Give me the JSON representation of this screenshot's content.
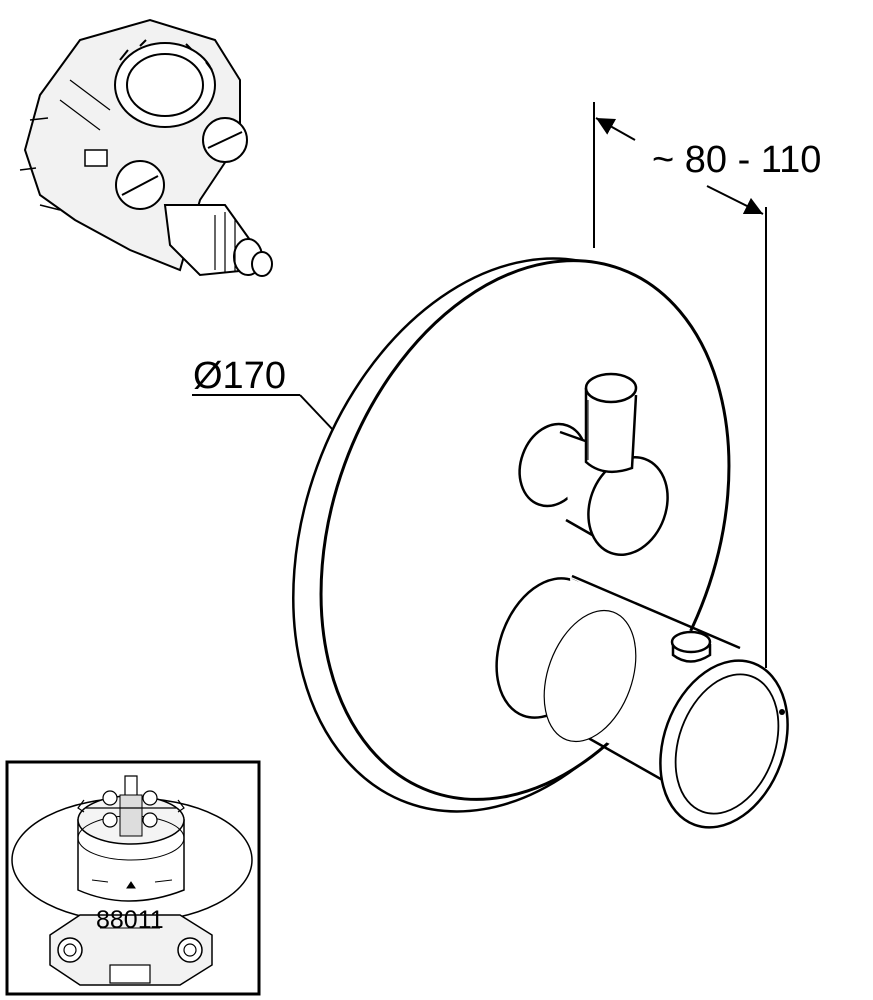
{
  "dimensions": {
    "projection": "~ 80 - 110",
    "diameter": "Ø170"
  },
  "inset": {
    "article_number": "88011"
  },
  "colors": {
    "line": "#000000",
    "background": "#ffffff",
    "shading": "#d8d8d8"
  }
}
